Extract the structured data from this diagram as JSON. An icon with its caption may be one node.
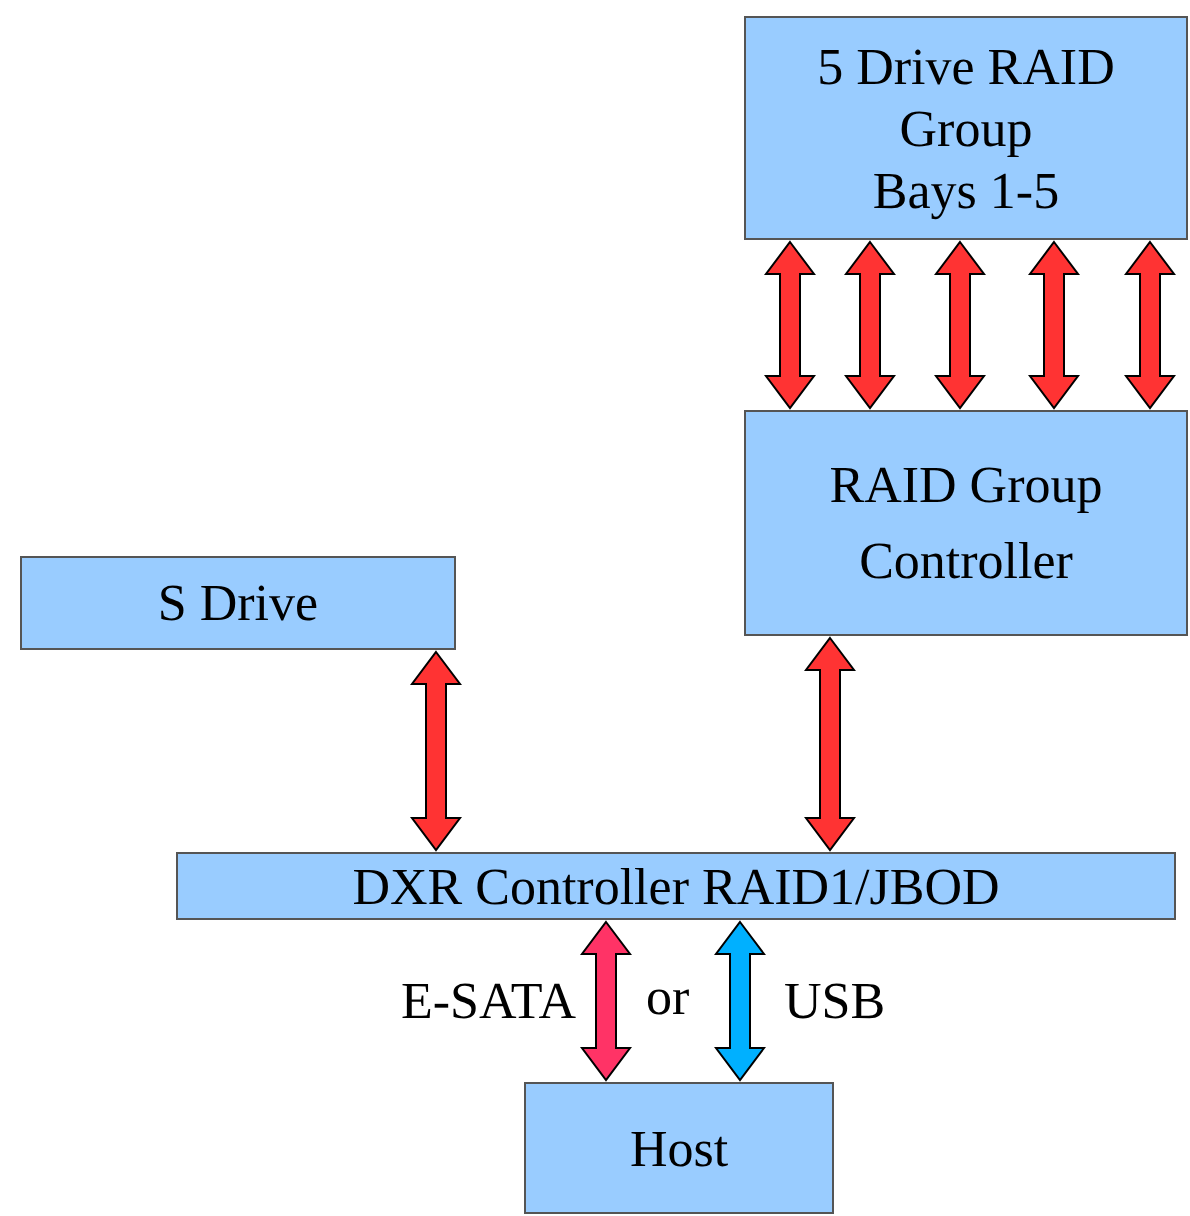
{
  "diagram": {
    "nodes": [
      {
        "text": [
          "5 Drive RAID Group",
          "Bays 1-5"
        ]
      },
      {
        "text": [
          "RAID Group Controller"
        ]
      },
      {
        "text": [
          "S Drive"
        ]
      },
      {
        "text": [
          "DXR Controller RAID1/JBOD"
        ]
      },
      {
        "text": [
          "Host"
        ]
      }
    ],
    "edges": [
      {
        "from": 0,
        "to": 1,
        "arrow": "both"
      },
      {
        "from": 0,
        "to": 1,
        "arrow": "both"
      },
      {
        "from": 0,
        "to": 1,
        "arrow": "both"
      },
      {
        "from": 0,
        "to": 1,
        "arrow": "both"
      },
      {
        "from": 0,
        "to": 1,
        "arrow": "both"
      },
      {
        "from": 2,
        "to": 3,
        "arrow": "both"
      },
      {
        "from": 1,
        "to": 3,
        "arrow": "both"
      },
      {
        "from": 3,
        "to": 4,
        "arrow": "both",
        "label": "E-SATA",
        "color": "#ff3366"
      },
      {
        "from": 3,
        "to": 4,
        "arrow": "both",
        "label": "USB",
        "color": "#00b0ff"
      }
    ],
    "labels": [
      "or"
    ]
  }
}
